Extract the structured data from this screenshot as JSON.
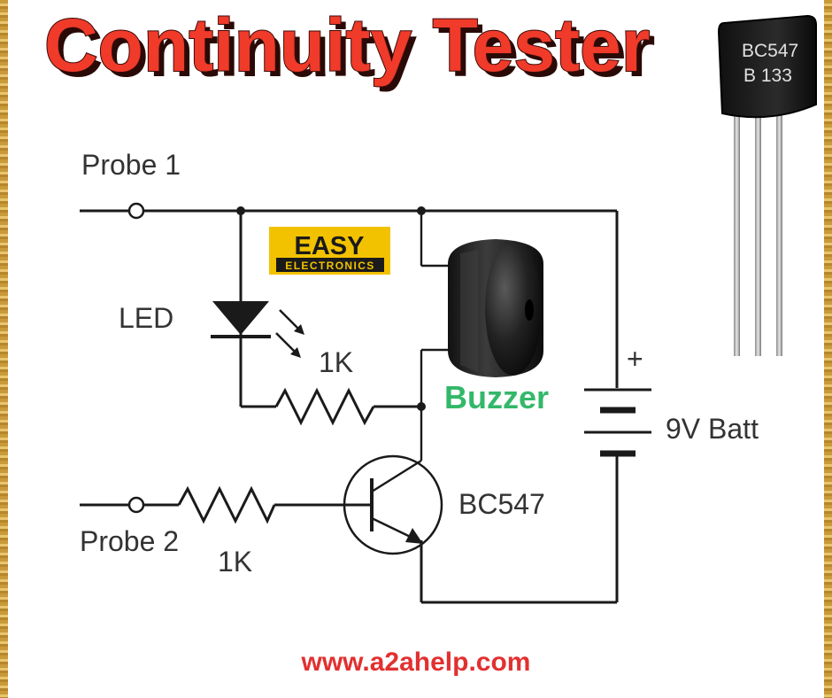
{
  "title": "Continuity Tester",
  "labels": {
    "probe1": "Probe 1",
    "probe2": "Probe 2",
    "led": "LED",
    "resistor_top": "1K",
    "resistor_bottom": "1K",
    "buzzer": "Buzzer",
    "battery": "9V Batt",
    "battery_plus": "+",
    "transistor": "BC547"
  },
  "logo": {
    "line1": "EASY",
    "line2": "ELECTRONICS"
  },
  "transistor_photo": {
    "line1": "BC547",
    "line2": "B 133"
  },
  "website": "www.a2ahelp.com",
  "colors": {
    "title": "#f03a2a",
    "buzzer_label": "#33b86a",
    "website": "#e23030",
    "logo_bg": "#f2c200",
    "border": "#c99a3a"
  }
}
